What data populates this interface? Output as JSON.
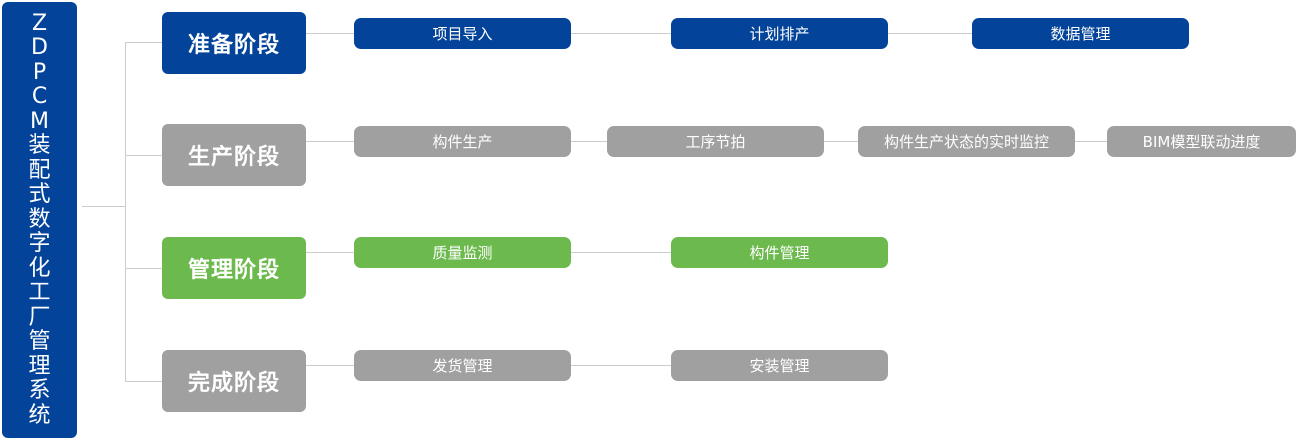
{
  "root": {
    "title": "ZDPCM装配式数字化工厂管理系统"
  },
  "colors": {
    "blue": "#03449a",
    "gray": "#a0a0a0",
    "green": "#6cb94d",
    "connector": "#cccccc"
  },
  "stages": [
    {
      "label": "准备阶段",
      "color": "blue",
      "steps": [
        "项目导入",
        "计划排产",
        "数据管理"
      ]
    },
    {
      "label": "生产阶段",
      "color": "gray",
      "steps": [
        "构件生产",
        "工序节拍",
        "构件生产状态的实时监控",
        "BIM模型联动进度"
      ]
    },
    {
      "label": "管理阶段",
      "color": "green",
      "steps": [
        "质量监测",
        "构件管理"
      ]
    },
    {
      "label": "完成阶段",
      "color": "gray",
      "steps": [
        "发货管理",
        "安装管理"
      ]
    }
  ]
}
